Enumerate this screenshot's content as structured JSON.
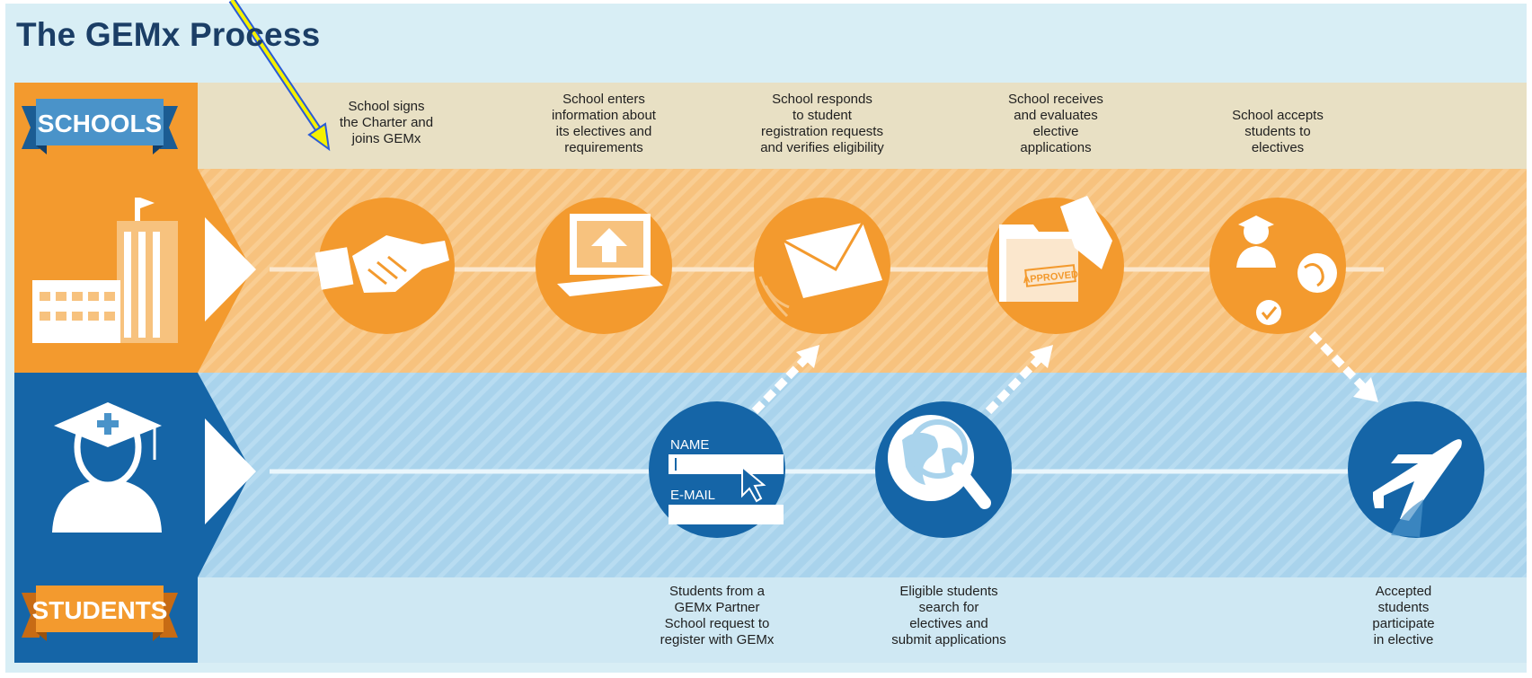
{
  "title": "The GEMx Process",
  "lanes": {
    "schools_label": "SCHOOLS",
    "students_label": "STUDENTS"
  },
  "school_steps": [
    {
      "text": "School signs\nthe Charter and\njoins GEMx",
      "icon": "handshake-icon"
    },
    {
      "text": "School enters\ninformation about\nits electives and\nrequirements",
      "icon": "laptop-upload-icon"
    },
    {
      "text": "School responds\nto student\nregistration requests\nand verifies eligibility",
      "icon": "envelope-icon"
    },
    {
      "text": "School receives\nand evaluates\nelective\napplications",
      "icon": "approved-folder-icon"
    },
    {
      "text": "School accepts\nstudents to\nelectives",
      "icon": "student-globe-check-icon"
    }
  ],
  "student_steps": [
    {
      "text": "Students from a\nGEMx Partner\nSchool request to\nregister with GEMx",
      "icon": "registration-form-icon"
    },
    {
      "text": "Eligible students\nsearch for\nelectives and\nsubmit applications",
      "icon": "globe-magnifier-icon"
    },
    {
      "text": "Accepted\nstudents\nparticipate\nin elective",
      "icon": "airplane-icon"
    }
  ],
  "form": {
    "name_label": "NAME",
    "email_label": "E-MAIL"
  },
  "stamp": "APPROVED",
  "colors": {
    "orange": "#f39a2e",
    "orange_light": "#f7c27e",
    "blue_dark": "#1565a7",
    "blue_light": "#a9d3ec",
    "beige": "#e8e0c4",
    "annotation_arrow": "#f5f000"
  }
}
